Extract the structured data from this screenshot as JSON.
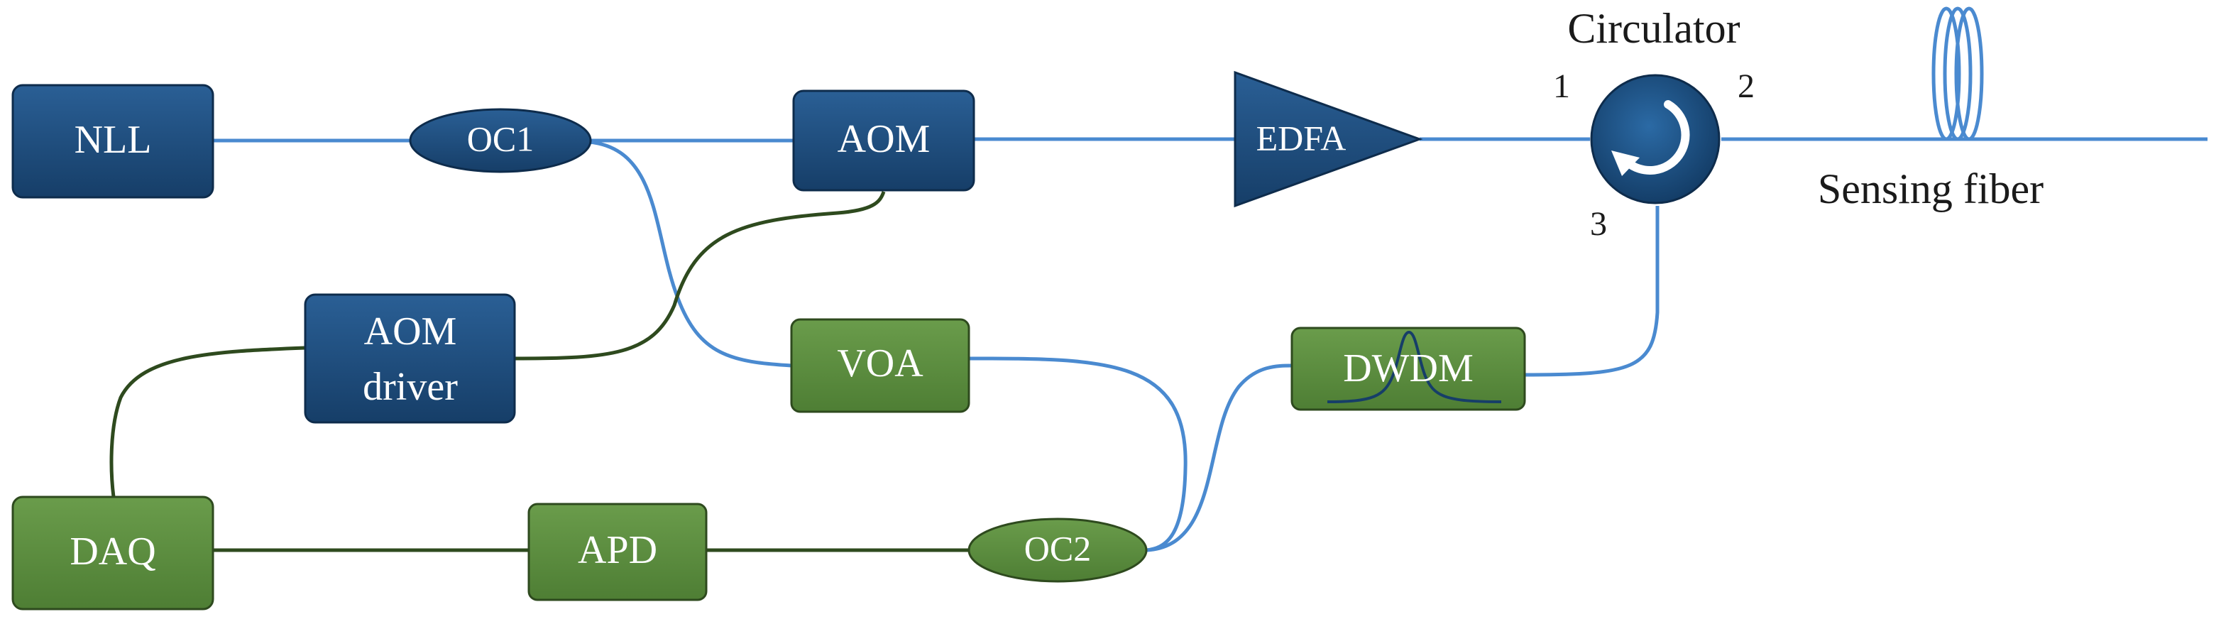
{
  "colors": {
    "blue_box": "#1b4a7a",
    "green_box": "#5a8a3e",
    "blue_fiber": "#4a8ad0",
    "green_wire": "#2e4a1e",
    "label_text": "#1a1a1a"
  },
  "components": {
    "nll": "NLL",
    "oc1": "OC1",
    "aom": "AOM",
    "edfa": "EDFA",
    "circulator": "Circulator",
    "port1": "1",
    "port2": "2",
    "port3": "3",
    "sensing_fiber": "Sensing fiber",
    "aom_driver_line1": "AOM",
    "aom_driver_line2": "driver",
    "voa": "VOA",
    "dwdm": "DWDM",
    "daq": "DAQ",
    "apd": "APD",
    "oc2": "OC2"
  }
}
